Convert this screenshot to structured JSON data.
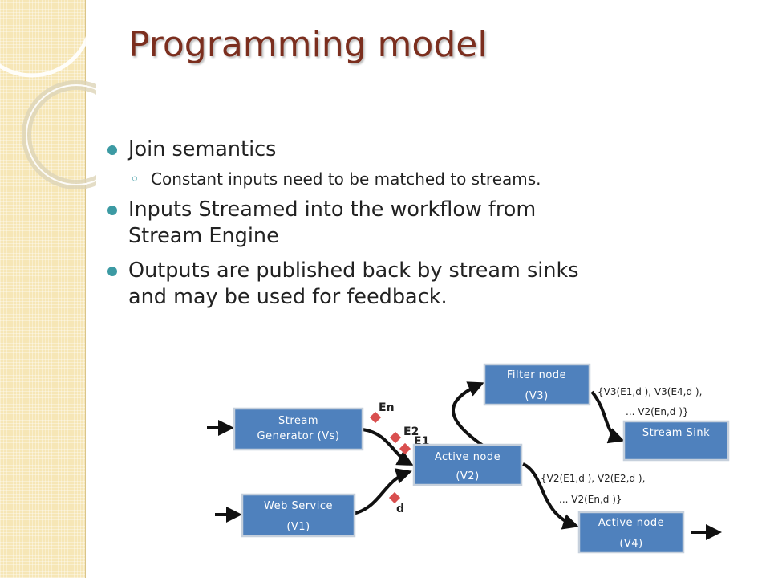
{
  "slide": {
    "title": "Programming model",
    "bullets": {
      "join": "Join semantics",
      "join_sub": "Constant inputs need to be matched to streams.",
      "inputs": "Inputs Streamed into the workflow from Stream Engine",
      "outputs": "Outputs are published back by stream sinks and may be used for feedback."
    }
  },
  "diagram": {
    "nodes": {
      "vs_line1": "Stream",
      "vs_line2": "Generator (Vs)",
      "v1_line1": "Web Service",
      "v1_line2": "(V1)",
      "v2_line1": "Active node",
      "v2_line2": "(V2)",
      "v3_line1": "Filter node",
      "v3_line2": "(V3)",
      "sink": "Stream Sink",
      "v4_line1": "Active node",
      "v4_line2": "(V4)"
    },
    "edge_labels": {
      "en": "En",
      "e2": "E2",
      "e1": "E1",
      "d": "d"
    },
    "annotations": {
      "v3_out_line1": "{V3(E1,d ), V3(E4,d ),",
      "v3_out_line2": "... V2(En,d )}",
      "v2_out_line1": "{V2(E1,d ), V2(E2,d ),",
      "v2_out_line2": "... V2(En,d )}"
    }
  }
}
